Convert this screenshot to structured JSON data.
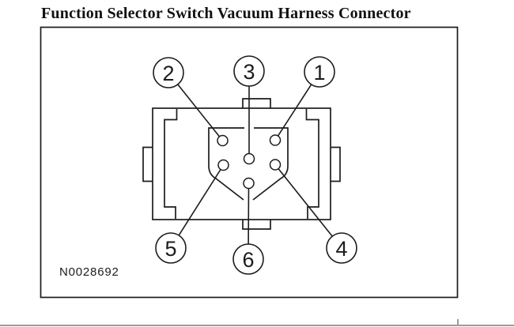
{
  "title": "Function Selector Switch Vacuum Harness Connector",
  "figure": {
    "reference_label": "N0028692",
    "connector_name": "function-selector-switch-vacuum-harness-connector",
    "pin_count": 6,
    "callout_radius": 19,
    "pin_radius": 6.5,
    "pins": [
      {
        "number": "1",
        "callout": [
          404,
          91
        ],
        "pin": [
          348,
          177.5
        ]
      },
      {
        "number": "2",
        "callout": [
          213,
          92
        ],
        "pin": [
          281.5,
          178
        ]
      },
      {
        "number": "3",
        "callout": [
          315,
          90
        ],
        "pin": [
          315,
          201
        ]
      },
      {
        "number": "4",
        "callout": [
          432,
          314
        ],
        "pin": [
          348,
          208.5
        ]
      },
      {
        "number": "5",
        "callout": [
          216,
          314
        ],
        "pin": [
          282.5,
          209
        ]
      },
      {
        "number": "6",
        "callout": [
          314,
          328
        ],
        "pin": [
          314.5,
          232
        ]
      }
    ]
  },
  "colors": {
    "line": "#1c1c1c",
    "divider": "#9b9b9b",
    "background": "#ffffff"
  }
}
